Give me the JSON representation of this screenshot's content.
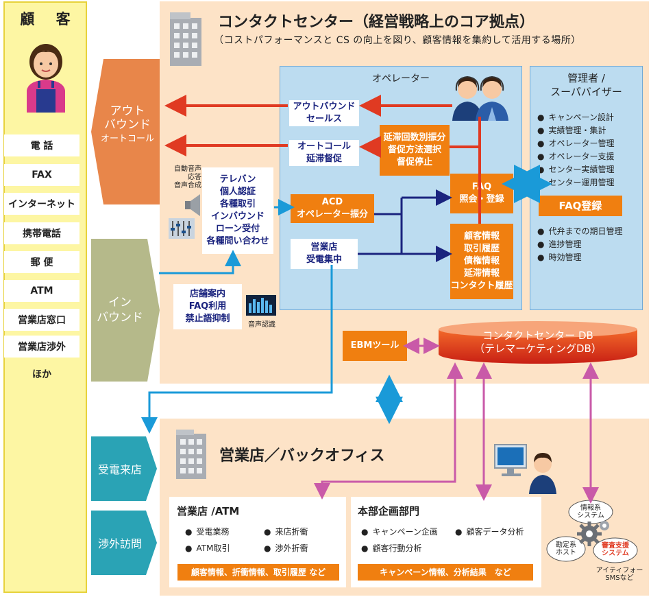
{
  "customer": {
    "title": "顧 客",
    "channels": [
      "電 話",
      "FAX",
      "インターネット",
      "携帯電話",
      "郵 便",
      "ATM",
      "営業店窓口",
      "営業店渉外",
      "ほか"
    ]
  },
  "outbound": {
    "line1": "アウト",
    "line2": "バウンド",
    "line3": "オートコール"
  },
  "inbound": {
    "line1": "イン",
    "line2": "バウンド"
  },
  "contact_center": {
    "title": "コンタクトセンター（経営戦略上のコア拠点）",
    "subtitle": "（コストパフォーマンスと CS の向上を図り、顧客情報を集約して活用する場所）"
  },
  "ivr": {
    "label1": "自動音声",
    "label2": "応答",
    "label3": "音声合成",
    "items": [
      "テレバン",
      "個人認証",
      "各種取引",
      "インバウンド",
      "ローン受付",
      "各種問い合わせ"
    ]
  },
  "inbound_box": {
    "items": [
      "店舗案内",
      "FAQ利用",
      "禁止語抑制"
    ]
  },
  "voice_recognition": "音声認識",
  "operator": {
    "label": "オペレーター",
    "outbound_sales": [
      "アウトバウンド",
      "セールス"
    ],
    "autocall": [
      "オートコール",
      "延滞督促"
    ],
    "delinquency": [
      "延滞回数別振分",
      "督促方法選択",
      "督促停止"
    ],
    "acd": [
      "ACD",
      "オペレーター振分"
    ],
    "branch_call": [
      "営業店",
      "受電集中"
    ],
    "faq": [
      "FAQ",
      "照会・登録"
    ],
    "customer_info": [
      "顧客情報",
      "取引履歴",
      "債権情報",
      "延滞情報",
      "コンタクト履歴"
    ]
  },
  "manager": {
    "title1": "管理者 /",
    "title2": "スーパバイザー",
    "items1": [
      "キャンペーン設計",
      "実績管理・集計",
      "オペレーター管理",
      "オペレーター支援",
      "センター実績管理",
      "センター運用管理"
    ],
    "faq_register": "FAQ登録",
    "items2": [
      "代弁までの期日管理",
      "進捗管理",
      "時効管理"
    ]
  },
  "ebm_tool": "EBMツール",
  "db": {
    "line1": "コンタクトセンター DB",
    "line2": "（テレマーケティングDB）"
  },
  "back_office": {
    "title": "営業店／バックオフィス"
  },
  "visit": {
    "incoming": "受電来店",
    "field": "渉外訪問"
  },
  "branch_atm": {
    "title": "営業店 /ATM",
    "items": [
      "受電業務",
      "来店折衝",
      "ATM取引",
      "渉外折衝"
    ],
    "footer": "顧客情報、折衝情報、取引履歴 など"
  },
  "hq": {
    "title": "本部企画部門",
    "items": [
      "キャンペーン企画",
      "顧客データ分析",
      "顧客行動分析"
    ],
    "footer": "キャンペーン情報、分析結果　など"
  },
  "systems": {
    "info": [
      "情報系",
      "システム"
    ],
    "accounting": [
      "勘定系",
      "ホスト"
    ],
    "review": [
      "審査支援",
      "システム"
    ],
    "other": [
      "アイティフォー",
      "SMSなど"
    ]
  },
  "colors": {
    "customer_bg": "#fdf6a3",
    "section_bg": "#fde3c7",
    "operator_bg": "#bcdcf0",
    "outbound": "#e8864a",
    "inbound": "#b5b98a",
    "visit": "#2aa3b5",
    "orange_box": "#f07f10",
    "arrow_red": "#e03a22",
    "arrow_navy": "#1a237e",
    "arrow_blue": "#1a9ad8",
    "arrow_pink": "#c95aa8"
  }
}
